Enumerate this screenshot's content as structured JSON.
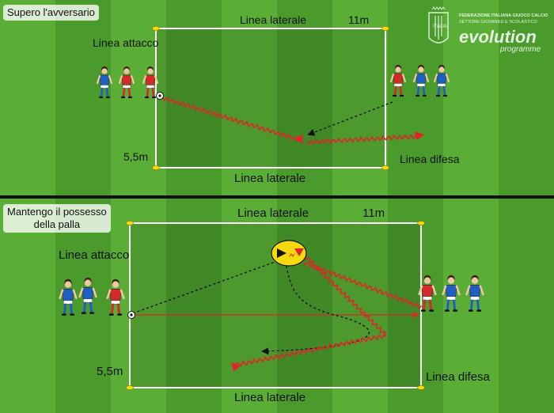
{
  "panels": [
    {
      "title": "Supero l'avversario",
      "top_label": "Linea laterale",
      "bottom_label": "Linea laterale",
      "length_label": "11m",
      "width_label": "5,5m",
      "attack_label": "Linea attacco",
      "defense_label": "Linea difesa"
    },
    {
      "title_line1": "Mantengo il possesso",
      "title_line2": "della palla",
      "top_label": "Linea laterale",
      "bottom_label": "Linea laterale",
      "length_label": "11m",
      "width_label": "5,5m",
      "attack_label": "Linea attacco",
      "defense_label": "Linea difesa"
    }
  ],
  "logo": {
    "crest_text": "ITALIA",
    "org_line1": "FEDERAZIONE ITALIANA GIUOCO CALCIO",
    "org_line2": "SETTORE GIOVANILE E SCOLASTICO",
    "brand": "evolution",
    "subbrand": "programme"
  },
  "colors": {
    "grass_light": "#5aae35",
    "grass_dark": "#4a9a2c",
    "team_red": "#d42a2a",
    "team_blue": "#1f5fc4",
    "arrow_red": "#e0242a",
    "cone_yellow": "#f5d90a"
  }
}
